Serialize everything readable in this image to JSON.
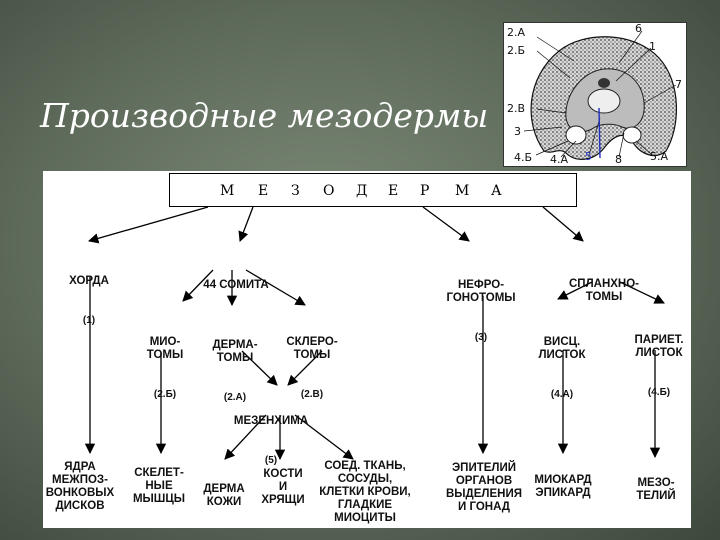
{
  "slide": {
    "title": "Производные мезодермы"
  },
  "embryo_figure": {
    "labels": [
      "2.А",
      "2.Б",
      "2.В",
      "3",
      "4.Б",
      "4.А",
      "5",
      "8",
      "5.А",
      "6",
      "1",
      "7"
    ]
  },
  "diagram": {
    "root": [
      "М",
      "Е",
      "З",
      "О",
      "Д",
      "Е",
      "Р",
      "М",
      "А"
    ],
    "chorda": {
      "name": "ХОРДА",
      "num": "(1)"
    },
    "somites": {
      "name": "44 СОМИТА"
    },
    "nephrotomes": {
      "name": "НЕФРО-\nГОНОТОМЫ",
      "num": "(3)"
    },
    "splanchnotomes": {
      "name": "СПЛАНХНО-\nТОМЫ"
    },
    "myotomes": {
      "name": "МИО-\nТОМЫ",
      "num": "(2.Б)"
    },
    "dermatomes": {
      "name": "ДЕРМА-\nТОМЫ",
      "num": "(2.А)"
    },
    "sclerotomes": {
      "name": "СКЛЕРО-\nТОМЫ",
      "num": "(2.В)"
    },
    "visceral_layer": {
      "name": "ВИСЦ.\nЛИСТОК",
      "num": "(4.А)"
    },
    "parietal_layer": {
      "name": "ПАРИЕТ.\nЛИСТОК",
      "num": "(4.Б)"
    },
    "mesenchyme": {
      "name": "МЕЗЕНХИМА",
      "num": "(5)"
    },
    "leaves": {
      "disc_nuclei": "ЯДРА\nМЕЖПОЗ-\nВОНКОВЫХ\nДИСКОВ",
      "skeletal_muscles": "СКЕЛЕТ-\nНЫЕ\nМЫШЦЫ",
      "dermis": "ДЕРМА\nКОЖИ",
      "bones_cartilage": "КОСТИ\nИ\nХРЯЩИ",
      "connective_tissue": "СОЕД. ТКАНЬ,\nСОСУДЫ,\nКЛЕТКИ КРОВИ,\nГЛАДКИЕ\nМИОЦИТЫ",
      "epithelium": "ЭПИТЕЛИЙ\nОРГАНОВ\nВЫДЕЛЕНИЯ\nИ ГОНАД",
      "myocardium": "МИОКАРД\nЭПИКАРД",
      "mesothelium": "МЕЗО-\nТЕЛИЙ"
    }
  }
}
